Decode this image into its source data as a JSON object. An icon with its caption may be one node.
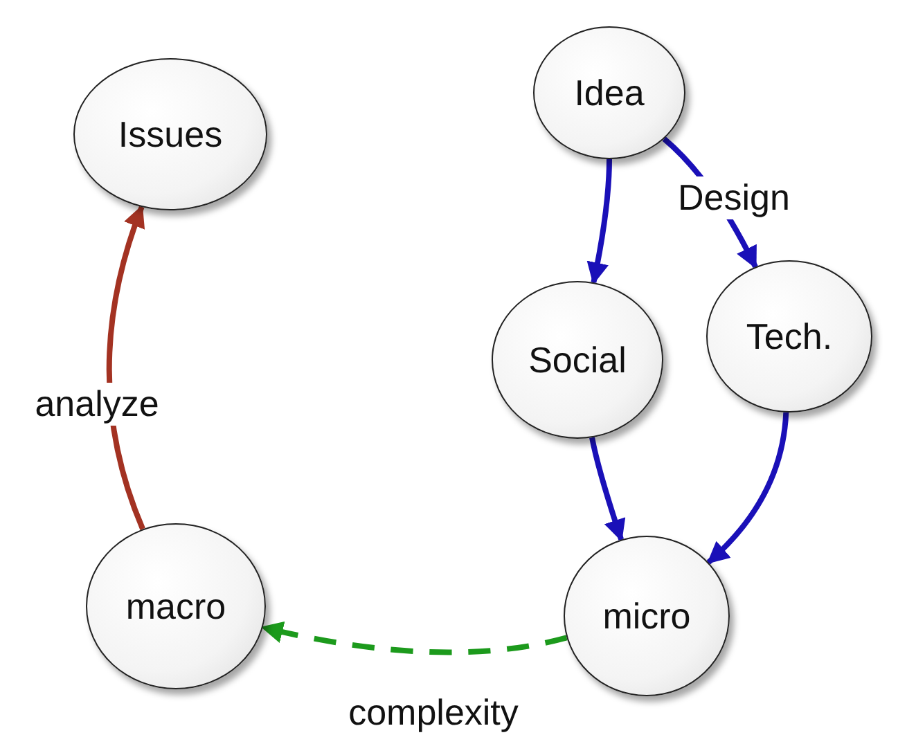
{
  "diagram": {
    "nodes": [
      {
        "text": [
          "Issues"
        ]
      },
      {
        "text": [
          "Idea"
        ]
      },
      {
        "text": [
          "Social"
        ]
      },
      {
        "text": [
          "Tech."
        ]
      },
      {
        "text": [
          "micro"
        ]
      },
      {
        "text": [
          "macro"
        ]
      }
    ],
    "edges": [
      {
        "from": 1,
        "to": 2,
        "arrow": "to"
      },
      {
        "from": 1,
        "to": 3,
        "arrow": "to",
        "label": "Design"
      },
      {
        "from": 2,
        "to": 4,
        "arrow": "to"
      },
      {
        "from": 3,
        "to": 4,
        "arrow": "to"
      },
      {
        "from": 5,
        "to": 0,
        "arrow": "to",
        "label": "analyze",
        "color": "#a33222"
      },
      {
        "from": 4,
        "to": 5,
        "arrow": "to",
        "label": "complexity",
        "style": "dashed",
        "color": "#1c9a1c"
      }
    ]
  }
}
